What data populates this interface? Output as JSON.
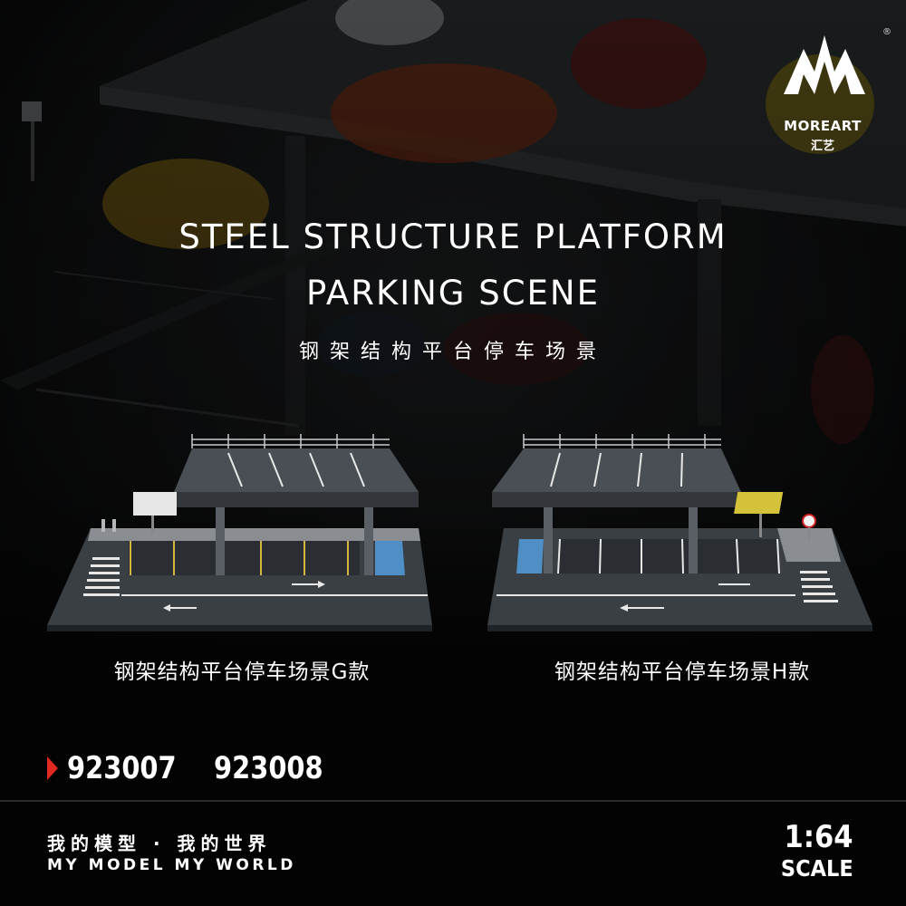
{
  "brand": {
    "name": "MOREART",
    "name_cn": "汇艺",
    "registered_mark": "®"
  },
  "headline": {
    "line1": "STEEL STRUCTURE PLATFORM",
    "line2": "PARKING SCENE",
    "chinese": "钢架结构平台停车场景"
  },
  "products": [
    {
      "caption": "钢架结构平台停车场景G款"
    },
    {
      "caption": "钢架结构平台停车场景H款"
    }
  ],
  "codes": [
    "923007",
    "923008"
  ],
  "slogan": {
    "chinese": "我的模型 · 我的世界",
    "english": "MY MODEL MY WORLD"
  },
  "scale": {
    "ratio": "1:64",
    "label": "SCALE"
  },
  "colors": {
    "accent": "#e0291f",
    "background": "#050505",
    "asphalt": "#3a3f44",
    "platform": "#4a4f55",
    "handicap_blue": "#4f8fc6",
    "parking_line_yellow": "#d6b43a"
  }
}
